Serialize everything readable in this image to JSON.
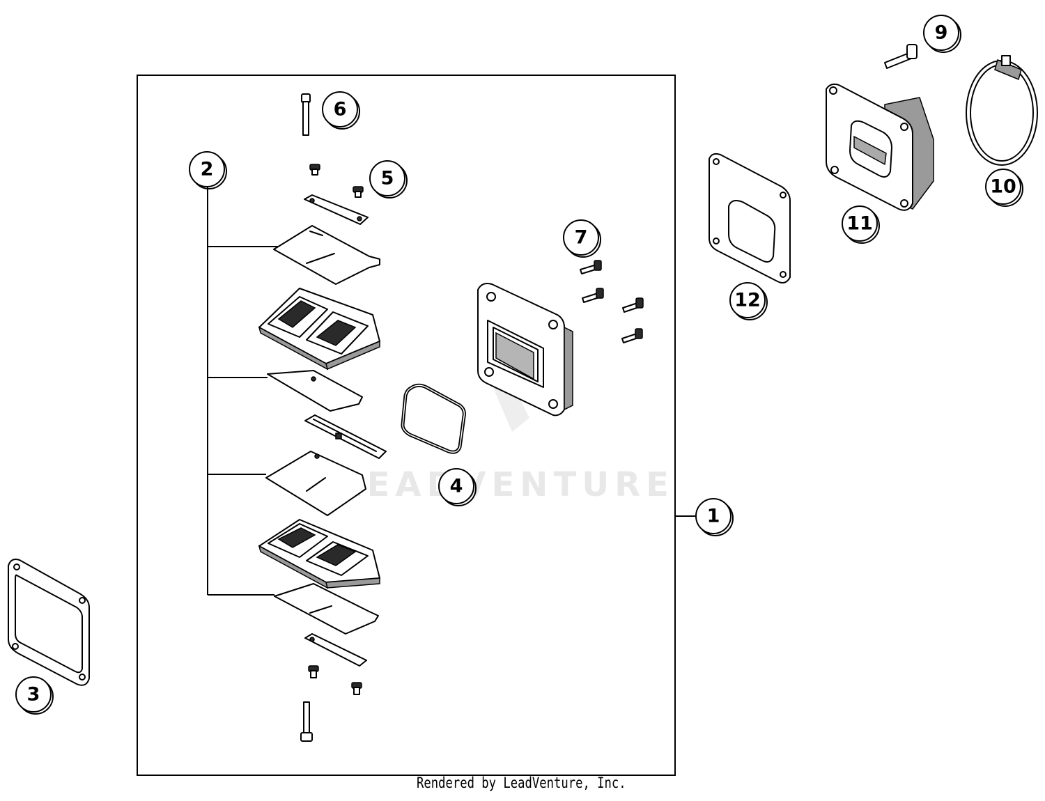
{
  "watermark": {
    "text": "LEADVENTURE"
  },
  "callouts": [
    "1",
    "2",
    "3",
    "4",
    "5",
    "6",
    "7",
    "9",
    "10",
    "11",
    "12"
  ],
  "credit": "Rendered by LeadVenture, Inc."
}
